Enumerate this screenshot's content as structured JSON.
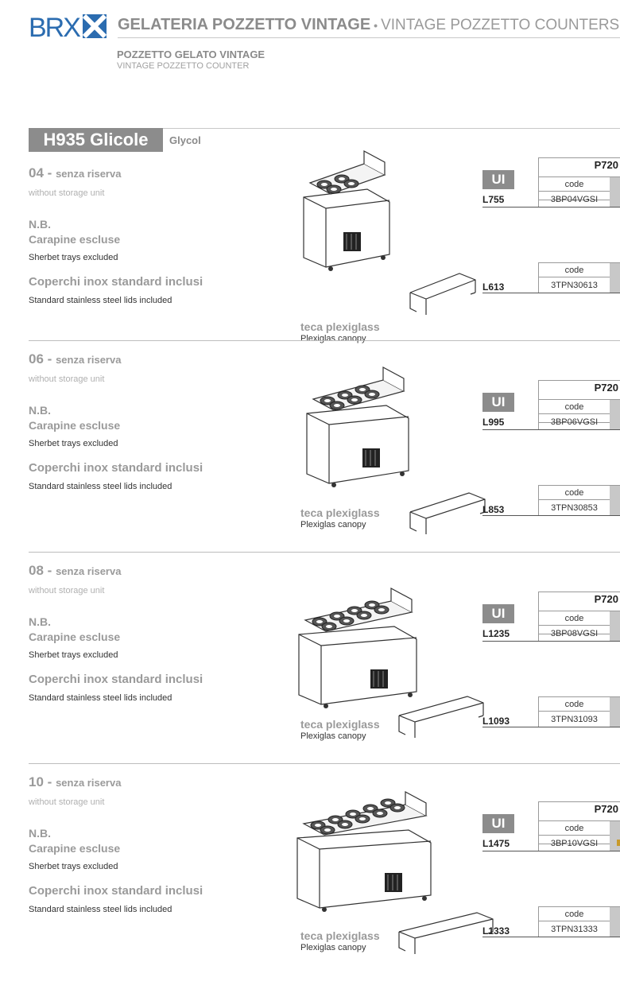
{
  "header": {
    "brand": "BRX",
    "title_it": "GELATERIA POZZETTO VINTAGE",
    "separator": "•",
    "title_en": "VINTAGE POZZETTO COUNTERS",
    "subtitle_it": "POZZETTO GELATO VINTAGE",
    "subtitle_en": "VINTAGE POZZETTO COUNTER"
  },
  "band": {
    "label": "H935 Glicole",
    "label_en": "Glycol"
  },
  "colors": {
    "gray_badge": "#8c8c8c",
    "accent": "#c89a2a"
  },
  "sections": [
    {
      "number": "04",
      "dash": "-",
      "reserve_it": "senza riserva",
      "reserve_en": "without storage unit",
      "nb": "N.B.",
      "trays_it": "Carapine escluse",
      "trays_en": "Sherbet trays excluded",
      "lids_it": "Coperchi inox standard inclusi",
      "lids_en": "Standard stainless steel lids included",
      "canopy_it": "teca plexiglass",
      "canopy_en": "Plexiglas canopy",
      "ui": "UI",
      "finish": "P720",
      "code_label": "code",
      "main_price": "L755",
      "main_code": "3BP04VGSI",
      "canopy_price": "L613",
      "canopy_code": "3TPN30613"
    },
    {
      "number": "06",
      "dash": "-",
      "reserve_it": "senza riserva",
      "reserve_en": "without storage unit",
      "nb": "N.B.",
      "trays_it": "Carapine escluse",
      "trays_en": "Sherbet trays excluded",
      "lids_it": "Coperchi inox standard inclusi",
      "lids_en": "Standard stainless steel lids included",
      "canopy_it": "teca plexiglass",
      "canopy_en": "Plexiglas canopy",
      "ui": "UI",
      "finish": "P720",
      "code_label": "code",
      "main_price": "L995",
      "main_code": "3BP06VGSI",
      "canopy_price": "L853",
      "canopy_code": "3TPN30853"
    },
    {
      "number": "08",
      "dash": "-",
      "reserve_it": "senza riserva",
      "reserve_en": "without storage unit",
      "nb": "N.B.",
      "trays_it": "Carapine escluse",
      "trays_en": "Sherbet trays excluded",
      "lids_it": "Coperchi inox standard inclusi",
      "lids_en": "Standard stainless steel lids included",
      "canopy_it": "teca plexiglass",
      "canopy_en": "Plexiglas canopy",
      "ui": "UI",
      "finish": "P720",
      "code_label": "code",
      "main_price": "L1235",
      "main_code": "3BP08VGSI",
      "canopy_price": "L1093",
      "canopy_code": "3TPN31093"
    },
    {
      "number": "10",
      "dash": "-",
      "reserve_it": "senza riserva",
      "reserve_en": "without storage unit",
      "nb": "N.B.",
      "trays_it": "Carapine escluse",
      "trays_en": "Sherbet trays excluded",
      "lids_it": "Coperchi inox standard inclusi",
      "lids_en": "Standard stainless steel lids included",
      "canopy_it": "teca plexiglass",
      "canopy_en": "Plexiglas canopy",
      "ui": "UI",
      "finish": "P720",
      "code_label": "code",
      "main_price": "L1475",
      "main_code": "3BP10VGSI",
      "canopy_price": "L1333",
      "canopy_code": "3TPN31333"
    }
  ]
}
